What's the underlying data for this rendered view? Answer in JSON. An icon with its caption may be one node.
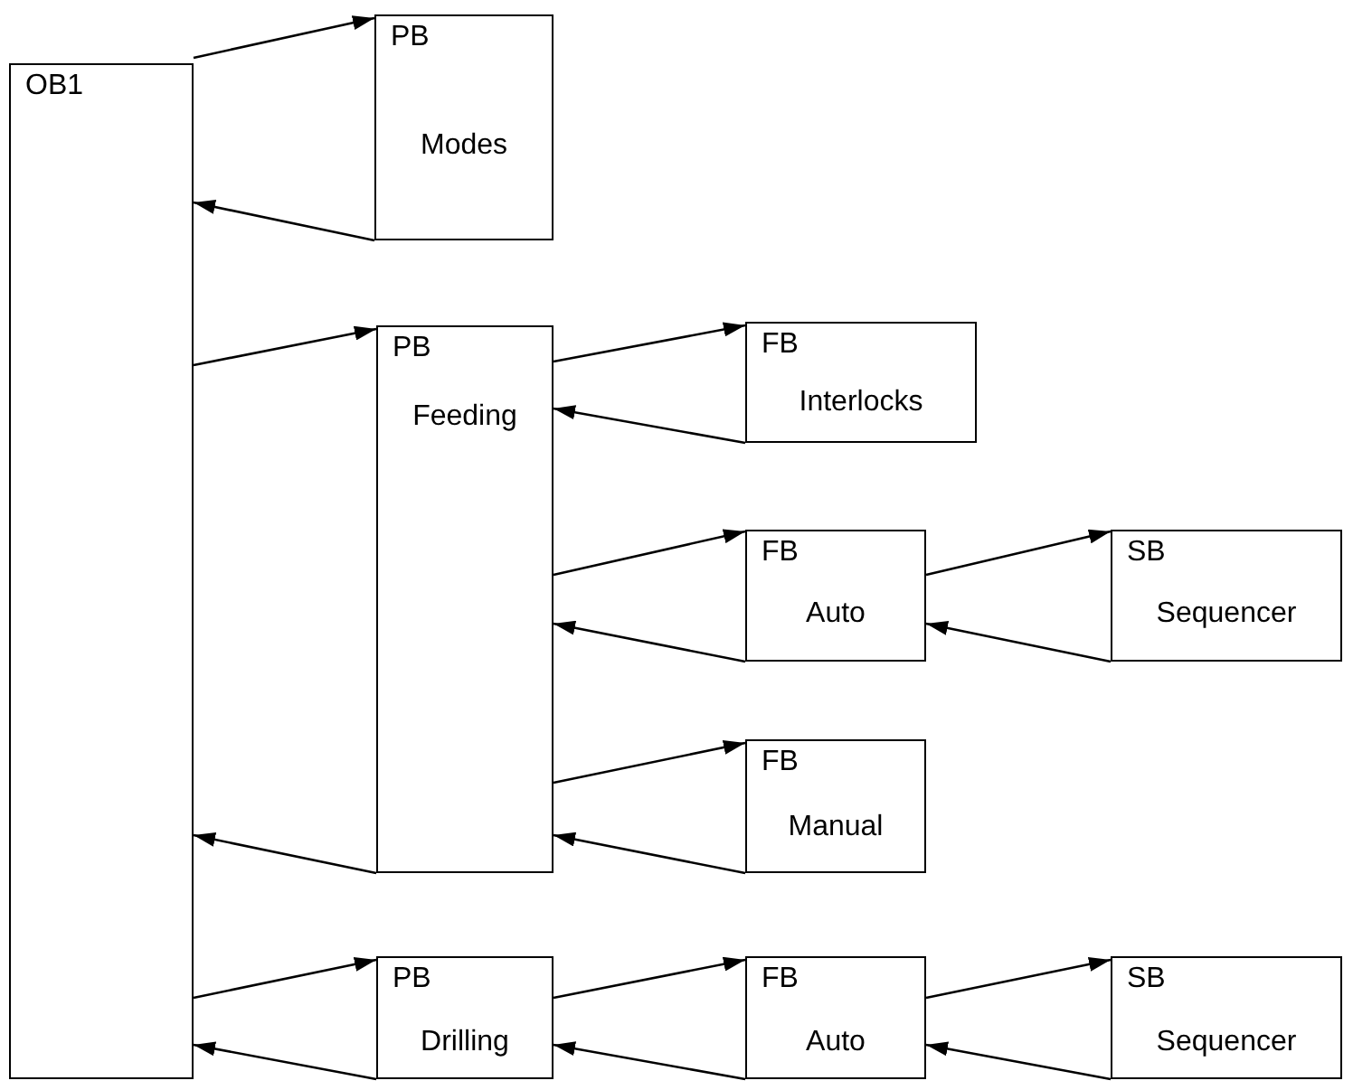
{
  "diagram": {
    "nodes": [
      {
        "text": [
          "OB1"
        ]
      },
      {
        "text": [
          "PB",
          "Modes"
        ]
      },
      {
        "text": [
          "PB",
          "Feeding"
        ]
      },
      {
        "text": [
          "FB",
          "Interlocks"
        ]
      },
      {
        "text": [
          "FB",
          "Auto"
        ]
      },
      {
        "text": [
          "SB",
          "Sequencer"
        ]
      },
      {
        "text": [
          "FB",
          "Manual"
        ]
      },
      {
        "text": [
          "PB",
          "Drilling"
        ]
      },
      {
        "text": [
          "FB",
          "Auto"
        ]
      },
      {
        "text": [
          "SB",
          "Sequencer"
        ]
      }
    ],
    "edges": [
      {
        "from": 0,
        "to": 1,
        "arrow": "to"
      },
      {
        "from": 1,
        "to": 0,
        "arrow": "to"
      },
      {
        "from": 0,
        "to": 2,
        "arrow": "to"
      },
      {
        "from": 2,
        "to": 0,
        "arrow": "to"
      },
      {
        "from": 2,
        "to": 3,
        "arrow": "to"
      },
      {
        "from": 3,
        "to": 2,
        "arrow": "to"
      },
      {
        "from": 2,
        "to": 4,
        "arrow": "to"
      },
      {
        "from": 4,
        "to": 2,
        "arrow": "to"
      },
      {
        "from": 4,
        "to": 5,
        "arrow": "to"
      },
      {
        "from": 5,
        "to": 4,
        "arrow": "to"
      },
      {
        "from": 2,
        "to": 6,
        "arrow": "to"
      },
      {
        "from": 6,
        "to": 2,
        "arrow": "to"
      },
      {
        "from": 0,
        "to": 7,
        "arrow": "to"
      },
      {
        "from": 7,
        "to": 0,
        "arrow": "to"
      },
      {
        "from": 7,
        "to": 8,
        "arrow": "to"
      },
      {
        "from": 8,
        "to": 7,
        "arrow": "to"
      },
      {
        "from": 8,
        "to": 9,
        "arrow": "to"
      },
      {
        "from": 9,
        "to": 8,
        "arrow": "to"
      }
    ]
  }
}
